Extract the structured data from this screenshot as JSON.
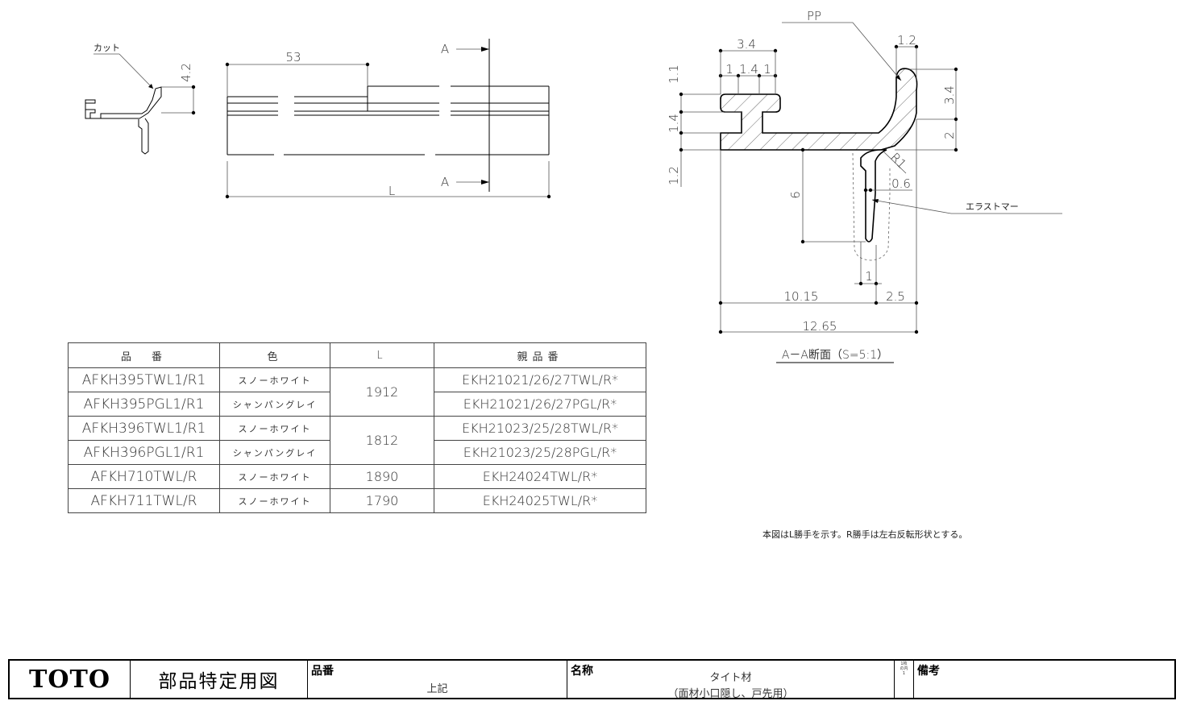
{
  "drawing": {
    "labels": {
      "cut": "カット",
      "pp": "PP",
      "elastomer": "エラストマー",
      "section": "A－A断面（S=5:1）",
      "section_a_top": "A",
      "section_a_bottom": "A"
    },
    "dims": {
      "d4_2": "4.2",
      "d53": "53",
      "dL": "L",
      "d3_4_top": "3.4",
      "d1_a": "1",
      "d1_4_top": "1.4",
      "d1_b": "1",
      "d1_2_top": "1.2",
      "d1_1": "1.1",
      "d1_4_left": "1.4",
      "d1_2_left": "1.2",
      "d3_4_right": "3.4",
      "d2_right": "2",
      "dR1": "R1",
      "d0_6": "0.6",
      "d6": "6",
      "d1_bottom": "1",
      "d10_15": "10.15",
      "d2_5": "2.5",
      "d12_65": "12.65"
    }
  },
  "table": {
    "headers": [
      "品　番",
      "色",
      "L",
      "親品番"
    ],
    "rows": [
      {
        "part": "AFKH395TWL1/R1",
        "color": "スノーホワイト",
        "length": "1912",
        "parent": "EKH21021/26/27TWL/R*"
      },
      {
        "part": "AFKH395PGL1/R1",
        "color": "シャンパングレイ",
        "length": "",
        "parent": "EKH21021/26/27PGL/R*"
      },
      {
        "part": "AFKH396TWL1/R1",
        "color": "スノーホワイト",
        "length": "1812",
        "parent": "EKH21023/25/28TWL/R*"
      },
      {
        "part": "AFKH396PGL1/R1",
        "color": "シャンパングレイ",
        "length": "",
        "parent": "EKH21023/25/28PGL/R*"
      },
      {
        "part": "AFKH710TWL/R",
        "color": "スノーホワイト",
        "length": "1890",
        "parent": "EKH24024TWL/R*"
      },
      {
        "part": "AFKH711TWL/R",
        "color": "スノーホワイト",
        "length": "1790",
        "parent": "EKH24025TWL/R*"
      }
    ]
  },
  "note": "本図はL勝手を示す。R勝手は左右反転形状とする。",
  "title_block": {
    "logo": "TOTO",
    "doc_title": "部品特定用図",
    "part_label": "品番",
    "part_value": "上記",
    "name_label": "名称",
    "name_value1": "タイト材",
    "name_value2": "（面材小口隠し、戸先用）",
    "sheet": "1枚の内1",
    "remarks_label": "備考"
  }
}
